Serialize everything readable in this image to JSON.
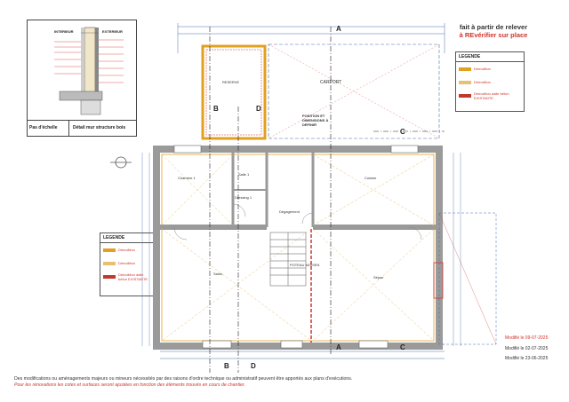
{
  "top_note": {
    "line1": "fait à partir de relever",
    "line2": "à REvérifier sur place"
  },
  "detail": {
    "label_interior": "INTERIEUR",
    "label_exterior": "EXTERIEUR",
    "caption_scale": "Pas d'échelle",
    "caption_title": "Détail mur structure bois"
  },
  "legend_top": {
    "title": "LEGENDE",
    "items": [
      {
        "label": "Démolition",
        "color": "#e0a020"
      },
      {
        "label": "Démolition",
        "color": "#e8c070"
      },
      {
        "label": "Démolition dalle béton EXISTANTE",
        "color": "#c0392b"
      }
    ]
  },
  "legend_bottom": {
    "title": "LEGENDE",
    "items": [
      {
        "label": "Démolition",
        "color": "#e0a020"
      },
      {
        "label": "Démolition",
        "color": "#e8c070"
      },
      {
        "label": "Démolition dalle béton EXISTANTE",
        "color": "#c0392b"
      }
    ]
  },
  "rooms": {
    "reserve": "RESERVE",
    "carport": "CARPORT",
    "chambre": "Chambre 1",
    "bain": "Salle 1",
    "dressing": "Dressing 1",
    "cuisine": "Cuisine",
    "degagement": "Dégagement",
    "salon": "Salon",
    "sejour": "Séjour",
    "ext_label": "POSITION ET DIMENSIONS À DEFINIR",
    "wall_note": "POTEAU MOISEN"
  },
  "section_markers": {
    "a_top": "A",
    "a_bottom": "A",
    "b_top": "B",
    "b_bottom": "B",
    "c_top": "C",
    "c_bottom": "C",
    "d_top": "D",
    "d_bottom": "D"
  },
  "revisions": {
    "r1": "Modifié le 09-07-2025",
    "r2": "Modifié le 02-07-2025",
    "r3": "Modifié le 23-06-2025"
  },
  "footer": {
    "line1": "Des modifications ou aménagements majeurs ou mineurs nécessités par des raisons d'ordre technique ou administratif peuvent être apportés aux plans d'exécutions.",
    "line2": "Pour les rénovations les cotes et surfaces seront ajustées en fonction des éléments trouvés en cours de chantier."
  },
  "colors": {
    "wall": "#9a9a9a",
    "demolition": "#e0a020",
    "accent_red": "#d0342c",
    "blue_dim": "#4a6fb0"
  }
}
